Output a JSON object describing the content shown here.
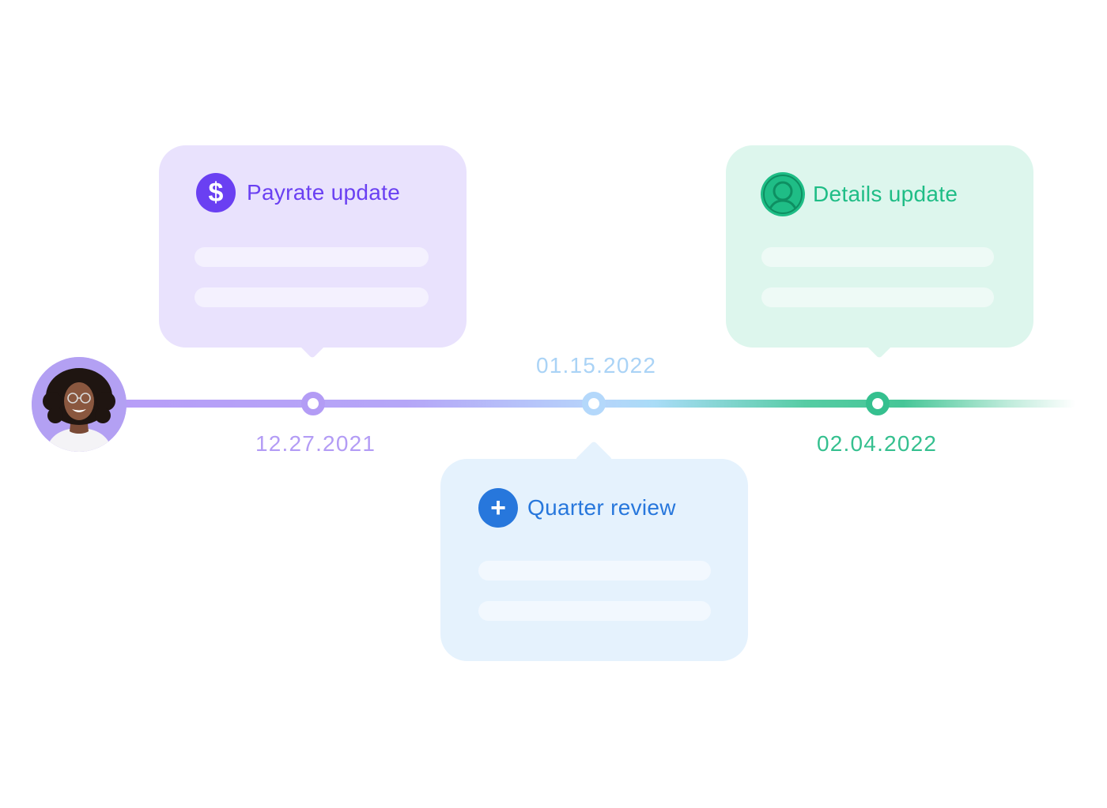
{
  "avatar": {
    "alt": "Employee photo"
  },
  "events": [
    {
      "id": "payrate",
      "title": "Payrate update",
      "date": "12.27.2021",
      "icon": "dollar-icon",
      "color": "#6a40f2"
    },
    {
      "id": "quarter",
      "title": "Quarter review",
      "date": "01.15.2022",
      "icon": "plus-icon",
      "color": "#2777dc"
    },
    {
      "id": "details",
      "title": "Details update",
      "date": "02.04.2022",
      "icon": "user-icon",
      "color": "#1fbd86"
    }
  ],
  "icons": {
    "dollar": "$",
    "plus": "+"
  }
}
